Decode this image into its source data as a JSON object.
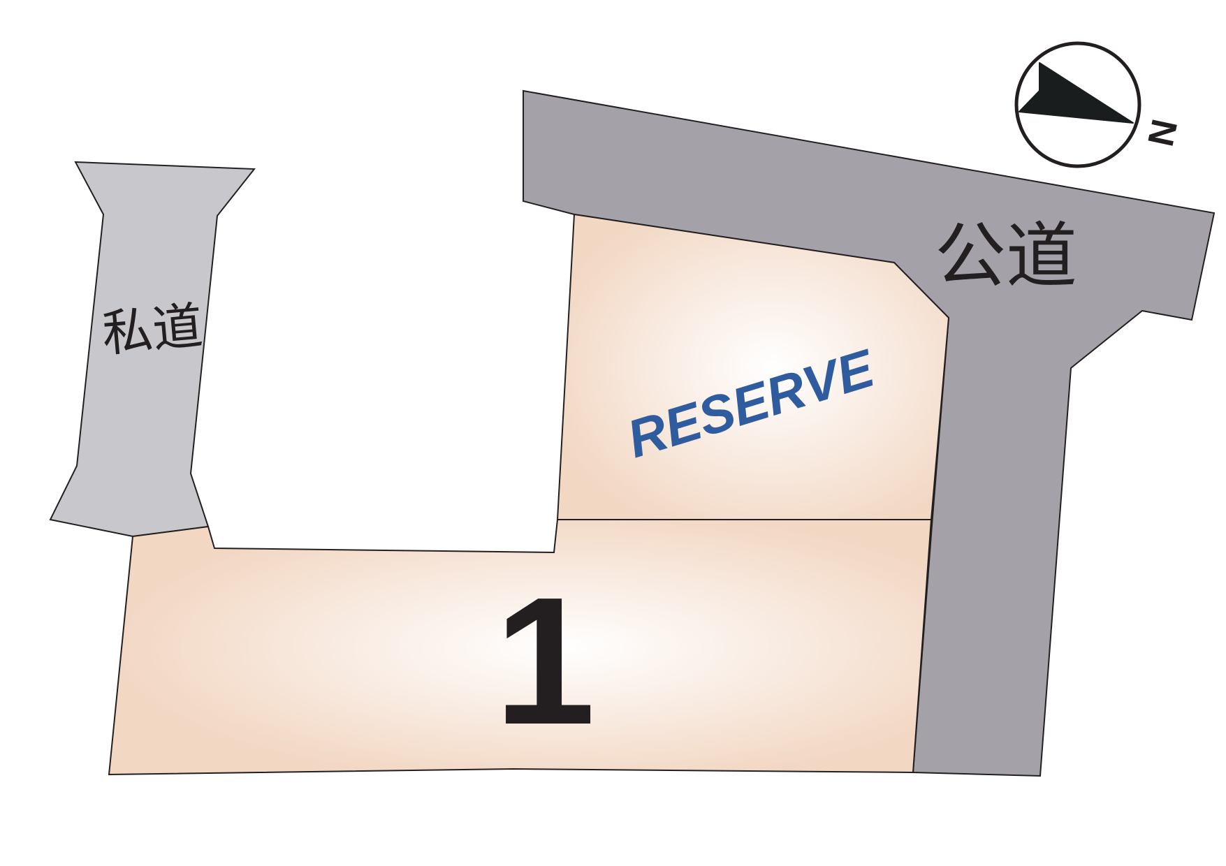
{
  "roads": {
    "public_label": "公道",
    "private_label": "私道"
  },
  "lots": [
    {
      "label": "1",
      "status": "available"
    },
    {
      "label": "RESERVE",
      "status": "reserved"
    }
  ],
  "compass": {
    "north_label": "N"
  },
  "colors": {
    "public_road": "#a4a2a8",
    "private_road": "#c8c8cc",
    "lot_fill": "#f2d7c3",
    "lot_center": "#ffffff",
    "reserve_text": "#2f5c9e",
    "outline": "#231f20"
  }
}
